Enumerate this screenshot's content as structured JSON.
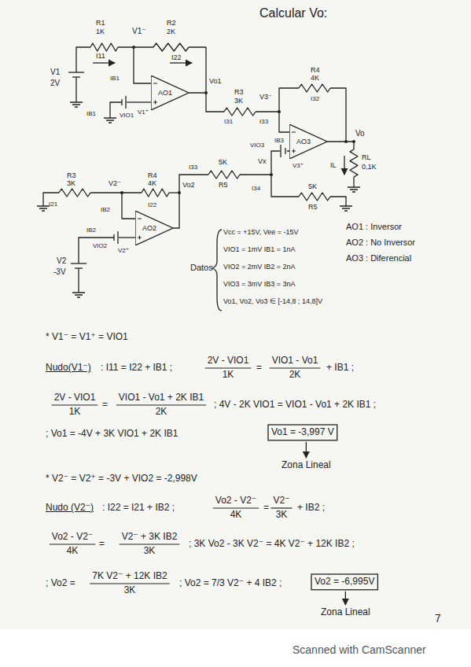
{
  "diagram": {
    "nodes": [
      {
        "text": [
          "AO1"
        ]
      },
      {
        "text": [
          "AO3"
        ]
      },
      {
        "text": [
          "AO2"
        ]
      }
    ],
    "edges": [
      {
        "from": 0,
        "to": 1,
        "arrow": "none"
      },
      {
        "from": 2,
        "to": 1,
        "arrow": "none"
      }
    ],
    "labels": [
      "Calcular Vo:",
      "R1",
      "1K",
      "V1⁻",
      "R2",
      "2K",
      "I11",
      "I22",
      "V1",
      "2V",
      "IB1",
      "IB1",
      "VIO1",
      "V1⁺",
      "Vo1",
      "R3",
      "3K",
      "V3⁻",
      "R4",
      "4K",
      "I31",
      "I33",
      "I32",
      "Vo",
      "RL",
      "0,1K",
      "IL",
      "Vx",
      "IB3",
      "VIO3",
      "V3⁺",
      "I33",
      "5K",
      "R5",
      "5K",
      "R5",
      "I34",
      "R3",
      "3K",
      "V2⁻",
      "R4",
      "4K",
      "Vo2",
      "I21",
      "IB2",
      "I22",
      "IB2",
      "VIO2",
      "V2⁺",
      "V2",
      "-3V",
      "Datos",
      "Vcc = +15V, Vee = -15V",
      "VIO1 = 1mV IB1 = 1nA",
      "VIO2 = 2mV IB2 = 2nA",
      "VIO3 = 3mV IB3 = 3nA",
      "Vo1, Vo2, Vo3 ∈ [-14,8 ; 14,8]V",
      "AO1 : Inversor",
      "AO2 : No Inversor",
      "AO3 : Diferencial",
      "* V1⁻ = V1⁺ = VIO1",
      "Nudo(V1⁻)",
      ": I11 = I22 + IB1 ;",
      "2V - VIO1",
      "1K",
      "=",
      "VIO1 - Vo1",
      "2K",
      "+ IB1 ;",
      "2V - VIO1",
      "1K",
      "=",
      "VIO1 - Vo1 + 2K IB1",
      "2K",
      "; 4V - 2K VIO1 = VIO1 - Vo1 + 2K IB1 ;",
      "; Vo1 = -4V + 3K VIO1 + 2K IB1",
      "Vo1 = -3,997 V",
      "Zona Lineal",
      "* V2⁻ = V2⁺ = -3V + VIO2 = -2,998V",
      "Nudo (V2⁻)",
      ": I22 = I21 + IB2 ;",
      "Vo2 - V2⁻",
      "4K",
      "=",
      "V2⁻",
      "3K",
      "+ IB2 ;",
      "Vo2 - V2⁻",
      "4K",
      "=",
      "V2⁻ + 3K IB2",
      "3K",
      "; 3K Vo2 - 3K V2⁻ = 4K V2⁻ + 12K IB2 ;",
      "; Vo2 =",
      "7K V2⁻ + 12K IB2",
      "3K",
      "; Vo2 = 7/3 V2⁻ + 4 IB2 ;",
      "Vo2 = -6,995V",
      "Zona Lineal",
      "7",
      "Scanned with CamScanner"
    ]
  }
}
